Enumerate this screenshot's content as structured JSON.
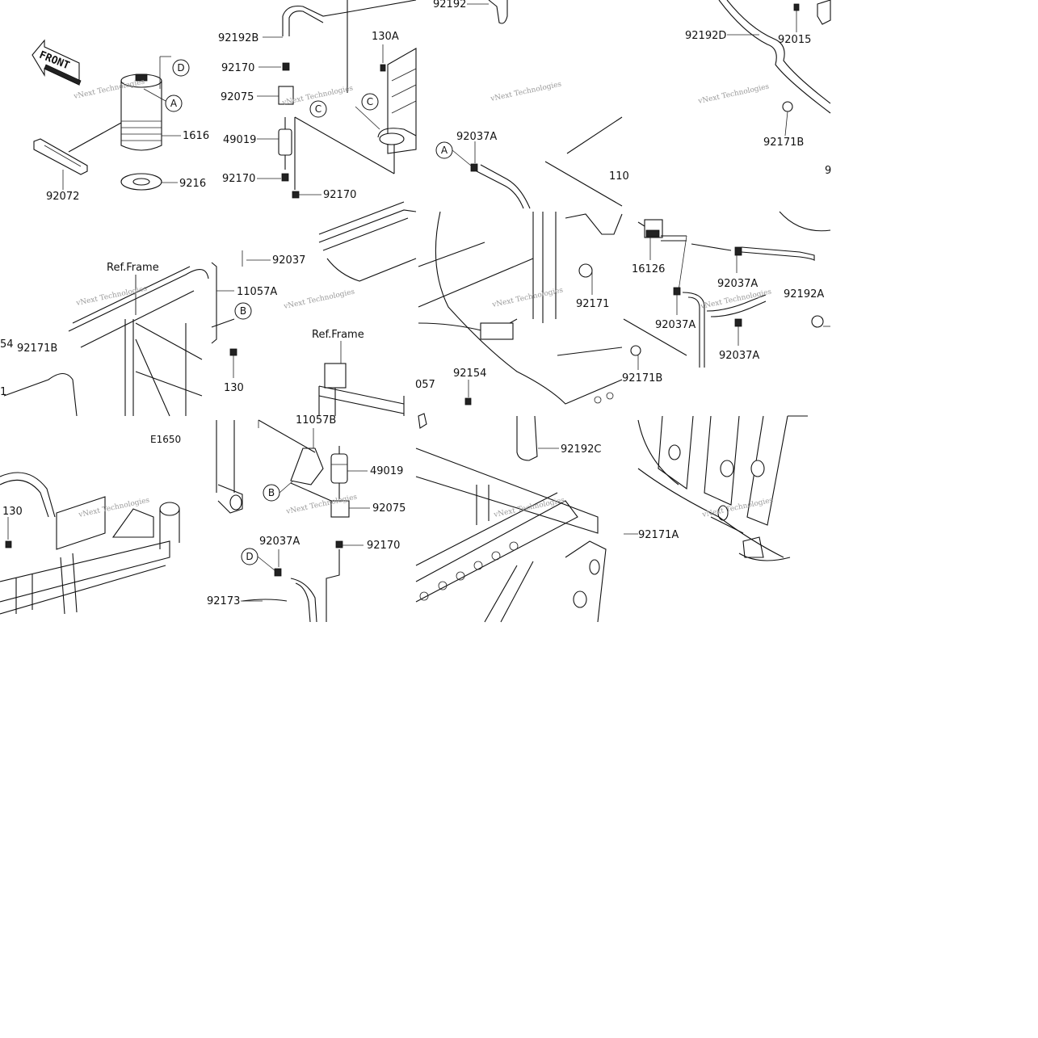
{
  "diagram_code": "E1650",
  "front_label": "FRONT",
  "ref_frame_label": "Ref.Frame",
  "watermark": "vNext Technologies",
  "callouts": [
    "A",
    "B",
    "C",
    "D"
  ],
  "part_numbers": [
    "92192",
    "92192B",
    "92192D",
    "92192A",
    "92192C",
    "92170",
    "92075",
    "49019",
    "130",
    "130A",
    "1616",
    "9216",
    "92072",
    "92015",
    "92037",
    "92037A",
    "92171",
    "92171A",
    "92171B",
    "11057A",
    "11057B",
    "16126",
    "92154",
    "92173",
    "057",
    "110",
    "9",
    "54",
    "1"
  ]
}
